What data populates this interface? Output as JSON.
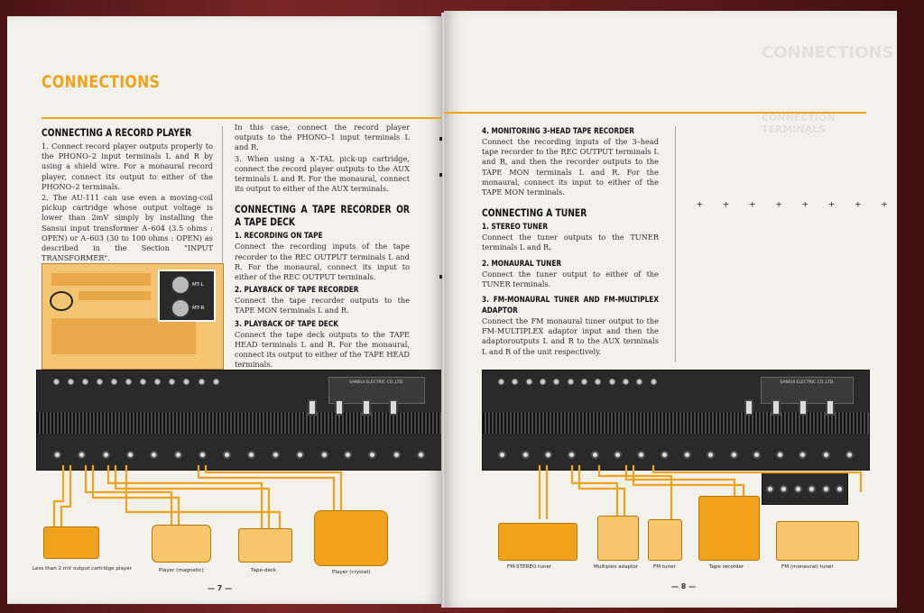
{
  "left_page": {
    "title": "CONNECTIONS",
    "section1": {
      "heading": "CONNECTING A RECORD PLAYER",
      "items": [
        "1.  Connect record player outputs properly to the PHONO–2 input terminals L and R by using a shield wire.  For a monaural record player, connect its output to either of the PHONO–2 terminals.",
        "2.  The AU-111 can use even a moving-coil pickup cartridge whose output voltage is lower than 2mV simply by installing the Sansui input transformer A–604 (3.5 ohms : OPEN) or A–603 (30 to 100 ohms : OPEN) as described in the Section \"INPUT TRANSFORMER\"."
      ]
    },
    "col2_intro": "In this case, connect the record player outputs to the PHONO–1 input terminals L and R.",
    "col2_item3": "3.  When using a X–TAL pick-up cartridge, connect the record player outputs to the AUX terminals L and R.  For the monaural, connect its output to either of the AUX terminals.",
    "section2": {
      "heading": "CONNECTING A TAPE RECORDER OR A TAPE DECK",
      "sub1": "1.  RECORDING ON TAPE",
      "text1": "Connect the recording inputs of the tape recorder to the REC OUTPUT terminals L and R.  For the monaural, connect its input to either of the REC OUTPUT terminals.",
      "sub2": "2.  PLAYBACK OF TAPE RECORDER",
      "text2": "Connect the tape recorder outputs to the TAPE MON terminals L and R.",
      "sub3": "3.  PLAYBACK OF TAPE DECK",
      "text3": "Connect the tape deck outputs to the TAPE HEAD terminals L and R.  For the monaural, connect its output to either of the TAPE HEAD terminals."
    },
    "photo_labels": [
      "MT-L",
      "MT-R"
    ],
    "captions": [
      "Less than 2 mV output cartridge player",
      "Player (magnetic)",
      "Tape-deck",
      "Player (crystal)"
    ],
    "page_number": "— 7 —"
  },
  "right_page": {
    "section4": {
      "heading": "4.  MONITORING 3-HEAD TAPE RECORDER",
      "text": "Connect the recording inputs of the 3–head tape recorder to the REC OUTPUT terminals L and R, and then the recorder outputs to the TAPE MON terminals L and R.  For the monaural, connect its input to either of the TAPE MON terminals."
    },
    "section5": {
      "heading": "CONNECTING A TUNER",
      "sub1": "1.  STEREO TUNER",
      "text1": "Connect the tuner outputs to the TUNER terminals L and R.",
      "sub2": "2.  MONAURAL TUNER",
      "text2": "Connect the tuner output to either of the TUNER terminals.",
      "sub3": "3.  FM-MONAURAL TUNER AND FM-MULTIPLEX ADAPTOR",
      "text3": "Connect the FM monaural tuner output to the FM-MULTIPLEX adaptor input and then the adaptoroutputs L and R to the AUX terminals L and R of the unit respectively."
    },
    "ghost_text": [
      "CONNECTIONS",
      "CONNECTION TERMINALS"
    ],
    "plus_marks": "+ + + + + + + + + + +",
    "plate_text": "SANSUI ELECTRIC CO.,LTD.",
    "captions": [
      "FM-STEREO tuner",
      "Multiplex adaptor",
      "FM tuner",
      "Tape recorder",
      "FM (monaural) tuner"
    ],
    "page_number": "— 8 —"
  },
  "colors": {
    "accent": "#f0a21a",
    "paper": "#f3f1ec",
    "panel": "#2a2a2a"
  }
}
